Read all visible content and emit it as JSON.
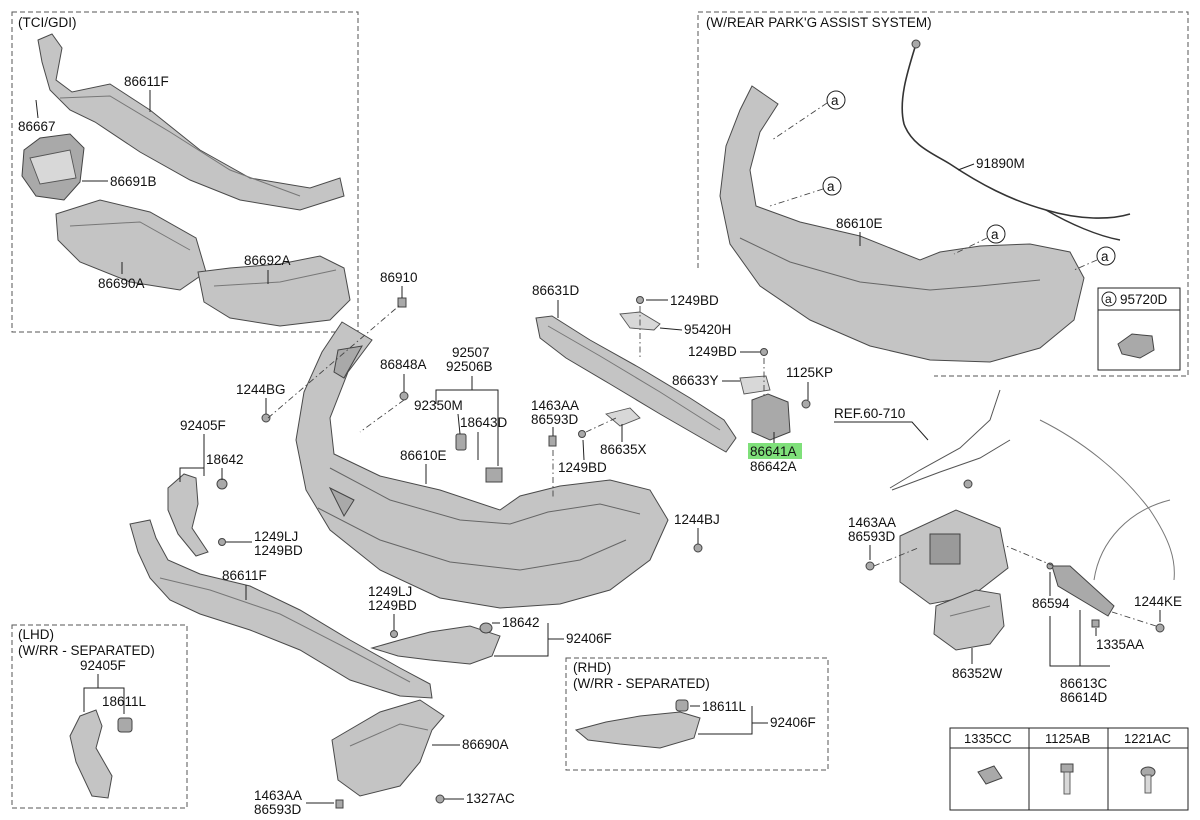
{
  "boxes": {
    "tci_gdi": "(TCI/GDI)",
    "rear_park_assist": "(W/REAR PARK'G ASSIST SYSTEM)",
    "lhd_line1": "(LHD)",
    "lhd_line2": "(W/RR - SEPARATED)",
    "rhd_line1": "(RHD)",
    "rhd_line2": "(W/RR - SEPARATED)"
  },
  "callouts": {
    "marker": "a",
    "sensor_part": "95720D"
  },
  "ref": "REF.60-710",
  "labels": {
    "p86611F_top": "86611F",
    "p86667": "86667",
    "p86691B": "86691B",
    "p86690A_top": "86690A",
    "p86692A": "86692A",
    "p86910": "86910",
    "p86848A": "86848A",
    "p1244BG": "1244BG",
    "p92507": "92507",
    "p92506B": "92506B",
    "p92350M": "92350M",
    "p18643D": "18643D",
    "p92405F_main": "92405F",
    "p18642_main": "18642",
    "p86610E_main": "86610E",
    "p1463AA_mid": "1463AA",
    "p86593D_mid": "86593D",
    "p1249BD_mid": "1249BD",
    "p86635X": "86635X",
    "p86631D": "86631D",
    "p1249BD_top": "1249BD",
    "p95420H": "95420H",
    "p1249BD_right": "1249BD",
    "p86633Y": "86633Y",
    "p1125KP": "1125KP",
    "p86641A": "86641A",
    "p86642A": "86642A",
    "p1244BJ": "1244BJ",
    "p1249LJ_a": "1249LJ",
    "p1249BD_a": "1249BD",
    "p86611F_main": "86611F",
    "p1249LJ_b": "1249LJ",
    "p1249BD_b": "1249BD",
    "p18642_low": "18642",
    "p92406F_low": "92406F",
    "p86690A_low": "86690A",
    "p1463AA_low": "1463AA",
    "p86593D_low": "86593D",
    "p1327AC": "1327AC",
    "p92405F_lhd": "92405F",
    "p18611L_lhd": "18611L",
    "p18611L_rhd": "18611L",
    "p92406F_rhd": "92406F",
    "p91890M": "91890M",
    "p86610E_box": "86610E",
    "p1463AA_right": "1463AA",
    "p86593D_right": "86593D",
    "p86594": "86594",
    "p1244KE": "1244KE",
    "p1335AA": "1335AA",
    "p86352W": "86352W",
    "p86613C": "86613C",
    "p86614D": "86614D"
  },
  "fastener_table": {
    "headers": [
      "1335CC",
      "1125AB",
      "1221AC"
    ]
  },
  "colors": {
    "highlight": "#7fe07a",
    "part_fill": "#c4c4c4",
    "line": "#222222"
  }
}
